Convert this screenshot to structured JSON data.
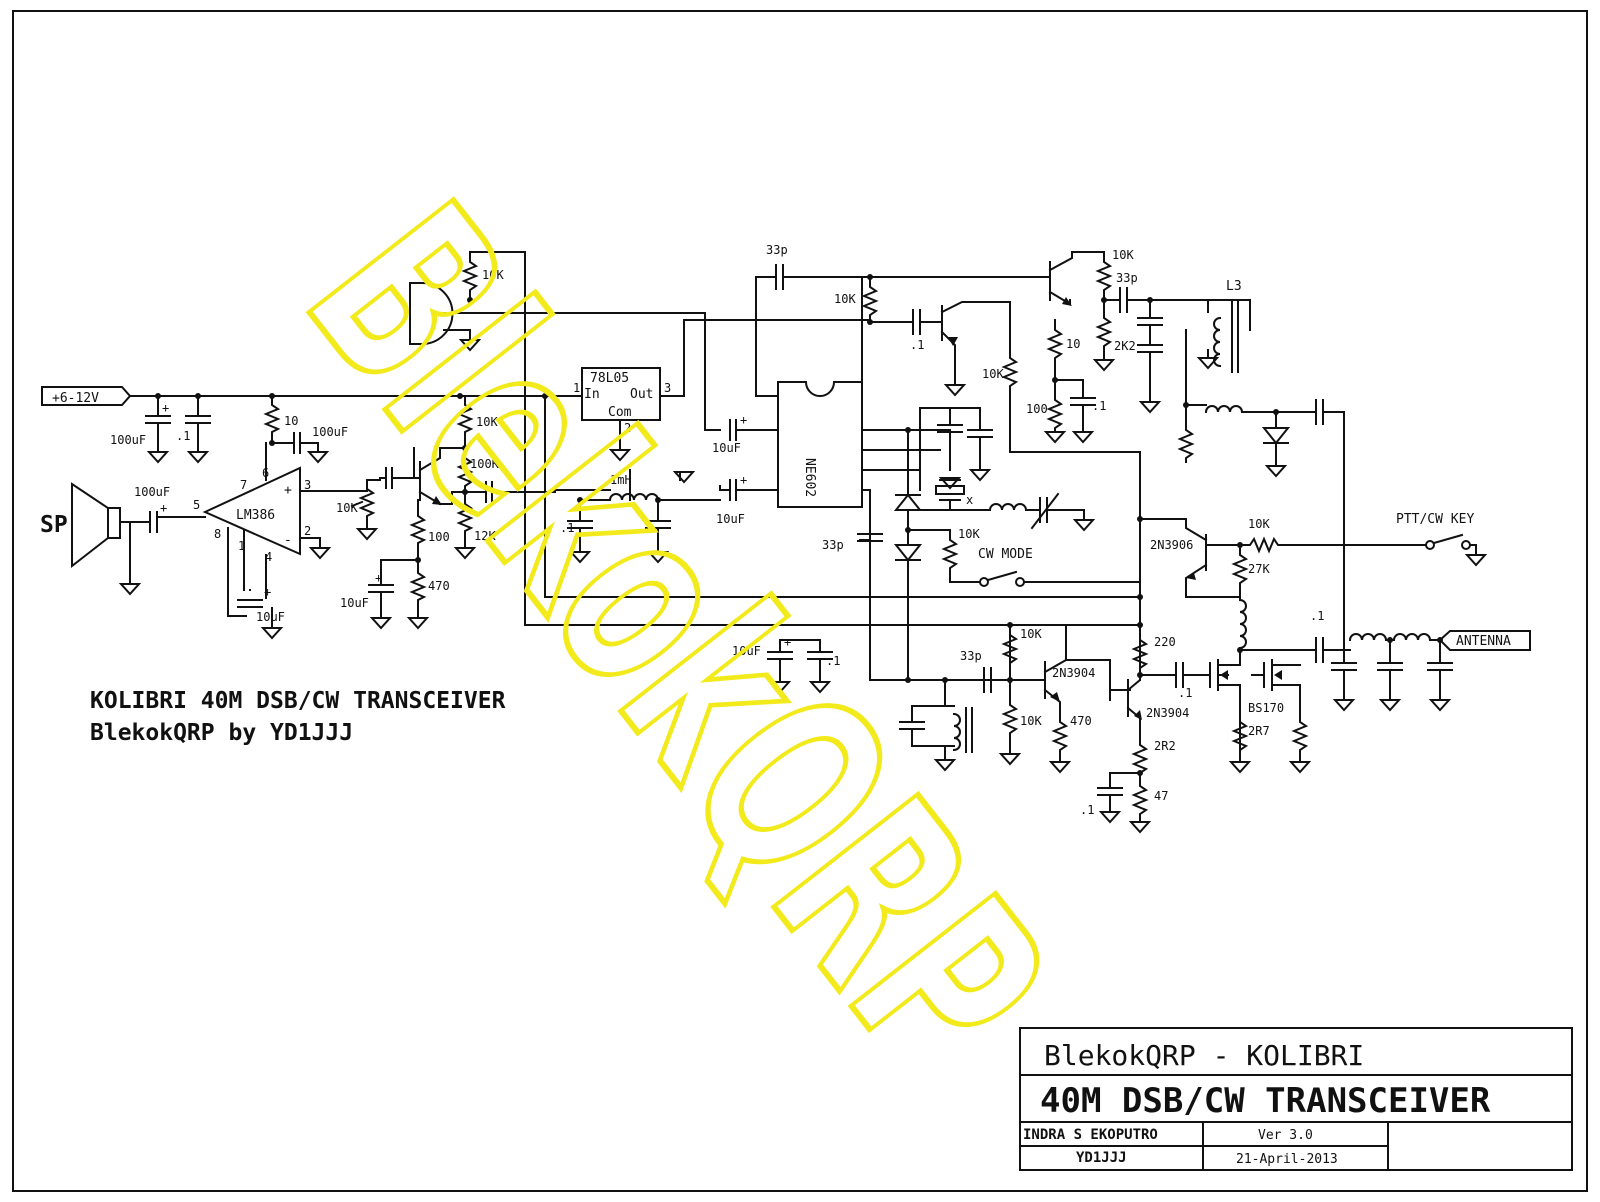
{
  "title_lines": {
    "line1": "KOLIBRI 40M DSB/CW TRANSCEIVER",
    "line2": "BlekokQRP by YD1JJJ"
  },
  "title_block": {
    "project": "BlekokQRP - KOLIBRI",
    "name": "40M DSB/CW TRANSCEIVER",
    "author": "INDRA S EKOPUTRO",
    "callsign": "YD1JJJ",
    "version": "Ver 3.0",
    "date": "21-April-2013"
  },
  "watermark": "BlekokQRP",
  "ports": {
    "power": "+6-12V",
    "antenna": "ANTENNA",
    "ptt": "PTT/CW KEY",
    "cw_mode": "CW MODE",
    "speaker": "SP"
  },
  "ics": {
    "regulator": "78L05",
    "reg_in": "In",
    "reg_out": "Out",
    "reg_com": "Com",
    "reg_pin1": "1",
    "reg_pin2": "2",
    "reg_pin3": "3",
    "mixer": "NE602",
    "amp": "LM386",
    "amp_pins": [
      "7",
      "6",
      "3",
      "5",
      "8",
      "1",
      "4",
      "2"
    ]
  },
  "transistors": {
    "q_pnp": "2N3906",
    "q_drv1": "2N3904",
    "q_drv2": "2N3904",
    "q_pa": "BS170"
  },
  "inductors": {
    "l3": "L3",
    "choke": "1mH"
  },
  "labels": {
    "c_supply": "100uF",
    "c_supply2": ".1",
    "r_amp_sup": "10",
    "c_amp_sup": "100uF",
    "c_sp": "100uF",
    "c_bypass": "10uF",
    "vol": "10K",
    "r_pre_top": "10K",
    "r_pre_bias": "100K",
    "r_pre_e": "12K",
    "r_pre_100": "100",
    "r_pre_470": "470",
    "c_pre": "10uF",
    "r_mic": "10K",
    "c_reg1": ".1",
    "c_reg2": ".1",
    "c_ne_in": "10uF",
    "c_ne_out": "10uF",
    "c_33p_top": "33p",
    "r_10k_top": "10K",
    "c_sw_1": ".1",
    "r_sw_10k": "10K",
    "r_vfo_10k": "10K",
    "c_vfo_33p": "33p",
    "r_vfo_10": "10",
    "r_vfo_2k2": "2K2",
    "r_vfo_100": "100",
    "c_vfo_1": ".1",
    "c_33p_mid": "33p",
    "r_cw_10k": "10K",
    "xtal": "x",
    "r_ptt_10k": "10K",
    "r_27k": "27K",
    "c_10uf_low": "10uF",
    "c_1_low": ".1",
    "c_33p_low": "33p",
    "r_low_10k_a": "10K",
    "r_low_10k_b": "10K",
    "r_low_470": "470",
    "r_220": "220",
    "c_drv": ".1",
    "r_2r2": "2R2",
    "r_47": "47",
    "c_emit": ".1",
    "r_2r7": "2R7",
    "c_out": ".1"
  }
}
